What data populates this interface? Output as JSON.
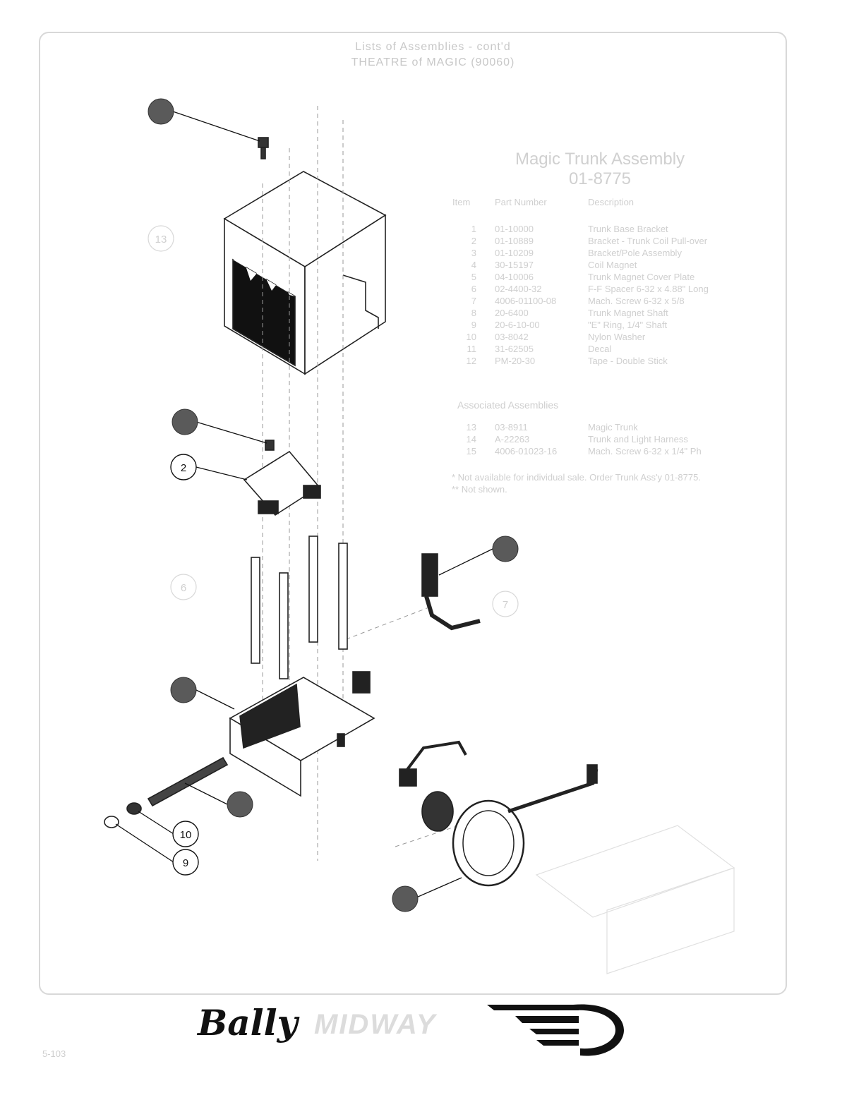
{
  "header": {
    "line1": "Lists of Assemblies - cont'd",
    "line2": "THEATRE of MAGIC (90060)"
  },
  "assembly": {
    "title": "Magic Trunk Assembly",
    "number": "01-8775"
  },
  "table": {
    "col_item": "Item",
    "col_part": "Part Number",
    "col_desc": "Description",
    "rows": [
      {
        "item": "1",
        "part": "01-10000",
        "desc": "Trunk Base Bracket"
      },
      {
        "item": "2",
        "part": "01-10889",
        "desc": "Bracket - Trunk Coil Pull-over"
      },
      {
        "item": "3",
        "part": "01-10209",
        "desc": "Bracket/Pole Assembly"
      },
      {
        "item": "4",
        "part": "30-15197",
        "desc": "Coil Magnet"
      },
      {
        "item": "5",
        "part": "04-10006",
        "desc": "Trunk Magnet Cover Plate"
      },
      {
        "item": "6",
        "part": "02-4400-32",
        "desc": "F-F Spacer 6-32 x 4.88\" Long"
      },
      {
        "item": "7",
        "part": "4006-01100-08",
        "desc": "Mach. Screw 6-32 x 5/8"
      },
      {
        "item": "8",
        "part": "20-6400",
        "desc": "Trunk Magnet Shaft"
      },
      {
        "item": "9",
        "part": "20-6-10-00",
        "desc": "\"E\" Ring, 1/4\" Shaft"
      },
      {
        "item": "10",
        "part": "03-8042",
        "desc": "Nylon Washer"
      },
      {
        "item": "11",
        "part": "31-62505",
        "desc": "Decal"
      },
      {
        "item": "12",
        "part": "PM-20-30",
        "desc": "Tape - Double Stick"
      }
    ]
  },
  "associated": {
    "title": "Associated Assemblies",
    "rows": [
      {
        "item": "13",
        "part": "03-8911",
        "desc": "Magic Trunk"
      },
      {
        "item": "14",
        "part": "A-22263",
        "desc": "Trunk and Light Harness"
      },
      {
        "item": "15",
        "part": "4006-01023-16",
        "desc": "Mach. Screw 6-32 x 1/4\" Ph"
      }
    ]
  },
  "note": {
    "line1": "* Not available for individual sale. Order Trunk Ass'y 01-8775.",
    "line2": "** Not shown."
  },
  "callouts": {
    "c2": "2",
    "c7": "7",
    "c9": "9",
    "c10": "10",
    "c13": "13",
    "c6": "6"
  },
  "branding": {
    "bally": "Bally",
    "midway": "MIDWAY"
  },
  "page_number": "5-103"
}
